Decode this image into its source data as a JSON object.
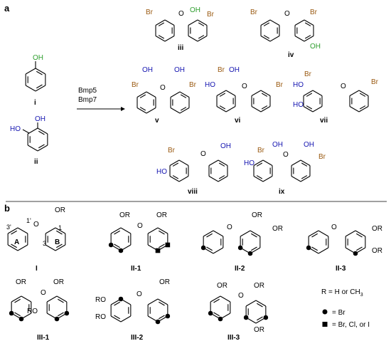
{
  "panel_a_label": "a",
  "panel_b_label": "b",
  "arrow_labels": [
    "Bmp5",
    "Bmp7"
  ],
  "substrates": [
    {
      "id": "i",
      "groups": [
        "OH"
      ]
    },
    {
      "id": "ii",
      "groups": [
        "OH",
        "HO"
      ]
    }
  ],
  "products": [
    {
      "id": "iii",
      "groups": [
        "Br",
        "OH",
        "Br"
      ]
    },
    {
      "id": "iv",
      "groups": [
        "Br",
        "Br",
        "OH"
      ]
    },
    {
      "id": "v",
      "groups": [
        "OH",
        "OH",
        "Br",
        "Br"
      ]
    },
    {
      "id": "vi",
      "groups": [
        "Br",
        "OH",
        "HO",
        "Br"
      ]
    },
    {
      "id": "vii",
      "groups": [
        "Br",
        "HO",
        "HO",
        "Br"
      ]
    },
    {
      "id": "viii",
      "groups": [
        "Br",
        "OH",
        "HO"
      ]
    },
    {
      "id": "ix",
      "groups": [
        "OH",
        "Br",
        "HO",
        "OH",
        "Br"
      ]
    }
  ],
  "scaffolds": [
    {
      "id": "I",
      "groups": [
        "OR"
      ],
      "ring_labels": [
        "A",
        "B"
      ],
      "positions": [
        "1'",
        "3'",
        "1",
        "3"
      ]
    },
    {
      "id": "II-1",
      "groups": [
        "OR",
        "OR"
      ]
    },
    {
      "id": "II-2",
      "groups": [
        "OR",
        "OR"
      ]
    },
    {
      "id": "II-3",
      "groups": [
        "OR",
        "OR"
      ]
    },
    {
      "id": "III-1",
      "groups": [
        "OR",
        "OR",
        "RO"
      ]
    },
    {
      "id": "III-2",
      "groups": [
        "RO",
        "RO",
        "OR"
      ]
    },
    {
      "id": "III-3",
      "groups": [
        "OR",
        "OR",
        "OR"
      ]
    }
  ],
  "legend": {
    "r_line_prefix": "R = H or CH",
    "r_line_subscript": "3",
    "circle_line": "= Br",
    "square_line": "= Br, Cl, or I"
  },
  "atom_O": "O",
  "colors": {
    "bromine": "#9a5a12",
    "hydroxyl_green": "#2e9e2e",
    "hydroxyl_blue": "#1515b0"
  }
}
